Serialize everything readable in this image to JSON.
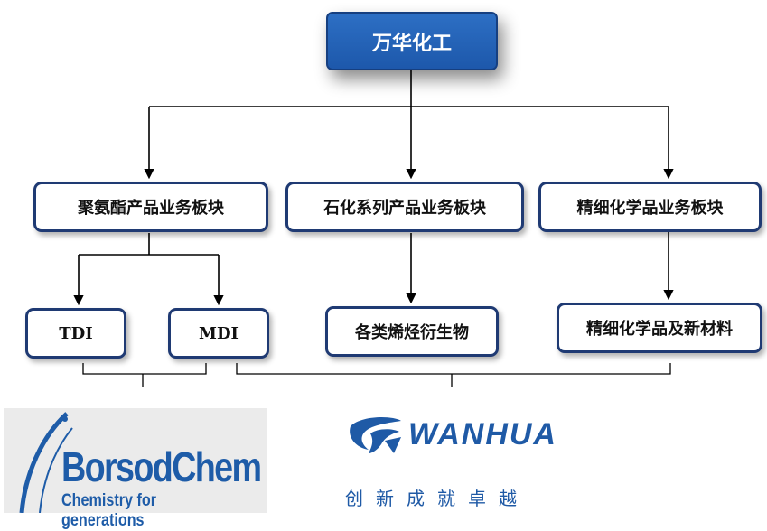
{
  "root": {
    "label": "万华化工"
  },
  "segments": [
    {
      "label": "聚氨酯产品业务板块"
    },
    {
      "label": "石化系列产品业务板块"
    },
    {
      "label": "精细化学品业务板块"
    }
  ],
  "products": [
    {
      "label": "TDI"
    },
    {
      "label": "MDI"
    },
    {
      "label": "各类烯烃衍生物"
    },
    {
      "label": "精细化学品及新材料"
    }
  ],
  "logos": {
    "borsodchem": {
      "name": "BorsodChem",
      "tagline": "Chemistry for generations"
    },
    "wanhua": {
      "name": "WANHUA",
      "slogan": "创新成就卓越"
    }
  },
  "colors": {
    "box_border": "#1f3a73",
    "root_fill": "#2563b8",
    "brand_blue": "#1f5aa6"
  }
}
